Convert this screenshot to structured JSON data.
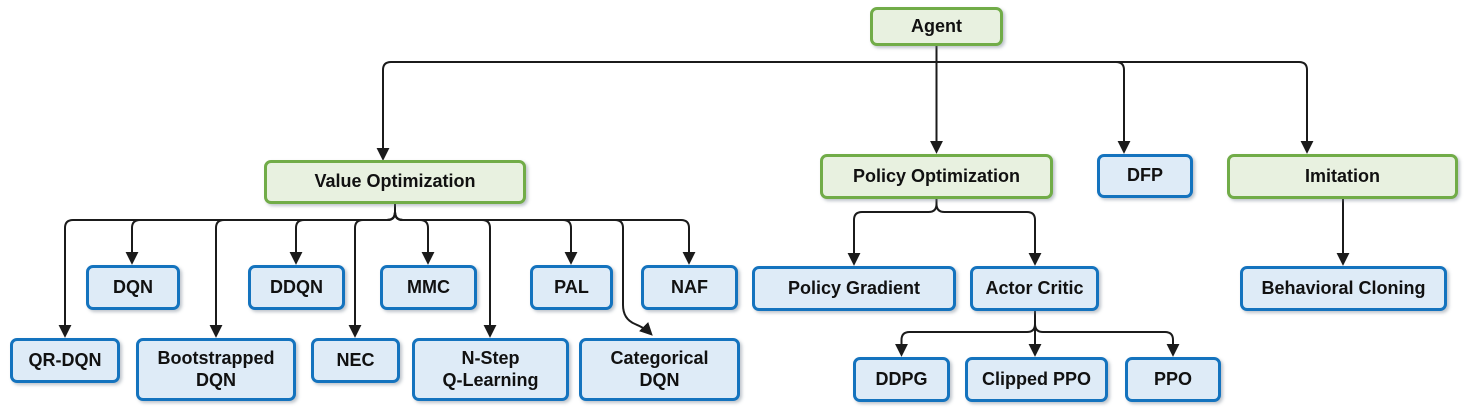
{
  "diagram": {
    "description": "Reinforcement learning agent type hierarchy",
    "colors": {
      "category_fill": "#e8f1e0",
      "category_border": "#71ac48",
      "algorithm_fill": "#deebf7",
      "algorithm_border": "#1473be",
      "connector": "#1b1b1b",
      "text": "#111111",
      "background": "#ffffff"
    },
    "nodes": {
      "agent": {
        "label": "Agent",
        "kind": "category"
      },
      "value_optimization": {
        "label": "Value Optimization",
        "kind": "category"
      },
      "policy_optimization": {
        "label": "Policy Optimization",
        "kind": "category"
      },
      "dfp": {
        "label": "DFP",
        "kind": "algorithm"
      },
      "imitation": {
        "label": "Imitation",
        "kind": "category"
      },
      "dqn": {
        "label": "DQN",
        "kind": "algorithm"
      },
      "ddqn": {
        "label": "DDQN",
        "kind": "algorithm"
      },
      "mmc": {
        "label": "MMC",
        "kind": "algorithm"
      },
      "pal": {
        "label": "PAL",
        "kind": "algorithm"
      },
      "naf": {
        "label": "NAF",
        "kind": "algorithm"
      },
      "qr_dqn": {
        "label": "QR-DQN",
        "kind": "algorithm"
      },
      "bootstrapped_dqn": {
        "label": "Bootstrapped\nDQN",
        "kind": "algorithm"
      },
      "nec": {
        "label": "NEC",
        "kind": "algorithm"
      },
      "n_step_q_learning": {
        "label": "N-Step\nQ-Learning",
        "kind": "algorithm"
      },
      "categorical_dqn": {
        "label": "Categorical\nDQN",
        "kind": "algorithm"
      },
      "policy_gradient": {
        "label": "Policy Gradient",
        "kind": "algorithm"
      },
      "actor_critic": {
        "label": "Actor Critic",
        "kind": "algorithm"
      },
      "behavioral_cloning": {
        "label": "Behavioral Cloning",
        "kind": "algorithm"
      },
      "ddpg": {
        "label": "DDPG",
        "kind": "algorithm"
      },
      "clipped_ppo": {
        "label": "Clipped PPO",
        "kind": "algorithm"
      },
      "ppo": {
        "label": "PPO",
        "kind": "algorithm"
      }
    },
    "edges": [
      {
        "from": "agent",
        "to": "value_optimization"
      },
      {
        "from": "agent",
        "to": "policy_optimization"
      },
      {
        "from": "agent",
        "to": "dfp"
      },
      {
        "from": "agent",
        "to": "imitation"
      },
      {
        "from": "value_optimization",
        "to": "dqn"
      },
      {
        "from": "value_optimization",
        "to": "ddqn"
      },
      {
        "from": "value_optimization",
        "to": "mmc"
      },
      {
        "from": "value_optimization",
        "to": "pal"
      },
      {
        "from": "value_optimization",
        "to": "naf"
      },
      {
        "from": "value_optimization",
        "to": "qr_dqn"
      },
      {
        "from": "value_optimization",
        "to": "bootstrapped_dqn"
      },
      {
        "from": "value_optimization",
        "to": "nec"
      },
      {
        "from": "value_optimization",
        "to": "n_step_q_learning"
      },
      {
        "from": "value_optimization",
        "to": "categorical_dqn"
      },
      {
        "from": "policy_optimization",
        "to": "policy_gradient"
      },
      {
        "from": "policy_optimization",
        "to": "actor_critic"
      },
      {
        "from": "actor_critic",
        "to": "ddpg"
      },
      {
        "from": "actor_critic",
        "to": "clipped_ppo"
      },
      {
        "from": "actor_critic",
        "to": "ppo"
      },
      {
        "from": "imitation",
        "to": "behavioral_cloning"
      }
    ]
  }
}
